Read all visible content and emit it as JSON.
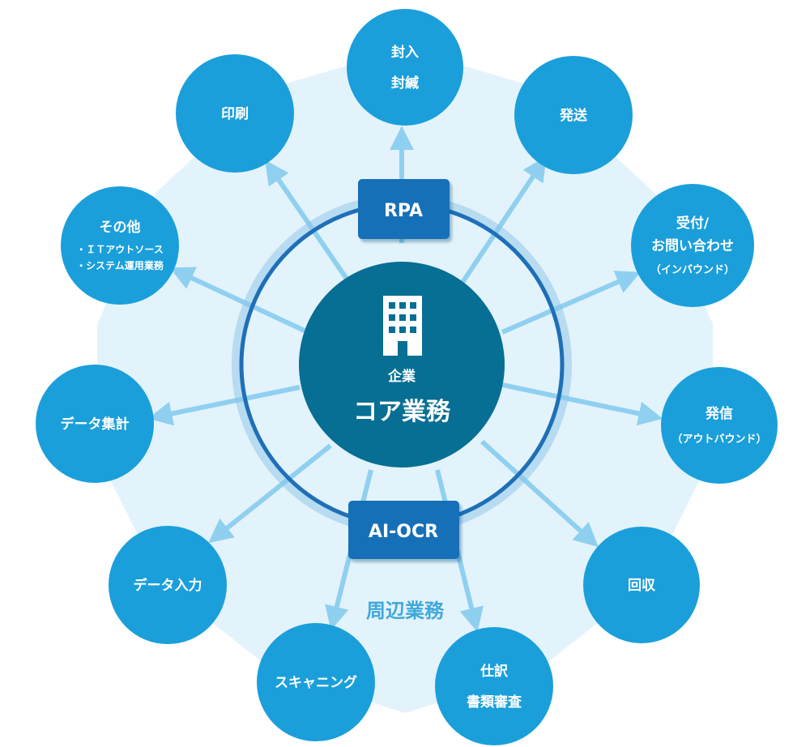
{
  "core": {
    "company": "企業",
    "title": "コア業務"
  },
  "tags": {
    "rpa": "RPA",
    "aiocr": "AI-OCR"
  },
  "peripheral_label": "周辺業務",
  "services": [
    {
      "id": "fuunyu",
      "lines": [
        "封入",
        "封緘"
      ]
    },
    {
      "id": "hassou",
      "lines": [
        "発送"
      ]
    },
    {
      "id": "uketsuke",
      "lines": [
        "受付/",
        "お問い合わせ",
        "（インバウンド）"
      ]
    },
    {
      "id": "hasshin",
      "lines": [
        "発信",
        "（アウトバウンド）"
      ]
    },
    {
      "id": "kaishu",
      "lines": [
        "回収"
      ]
    },
    {
      "id": "shiwake",
      "lines": [
        "仕訳",
        "書類審査"
      ]
    },
    {
      "id": "scanning",
      "lines": [
        "スキャニング"
      ]
    },
    {
      "id": "data-input",
      "lines": [
        "データ入力"
      ]
    },
    {
      "id": "data-aggregate",
      "lines": [
        "データ集計"
      ]
    },
    {
      "id": "others",
      "lines": [
        "その他",
        "・ＩＴアウトソース",
        "・システム運用業務"
      ]
    },
    {
      "id": "print",
      "lines": [
        "印刷"
      ]
    }
  ],
  "colors": {
    "bubble": "#1a9fdb",
    "arrow": "#8fd0f0",
    "ring": "#1e6fb8",
    "core": "#076e94",
    "tag": "#1470b8",
    "background_polygon": "#e3f3fb",
    "label_text": "#3fa8dc"
  }
}
